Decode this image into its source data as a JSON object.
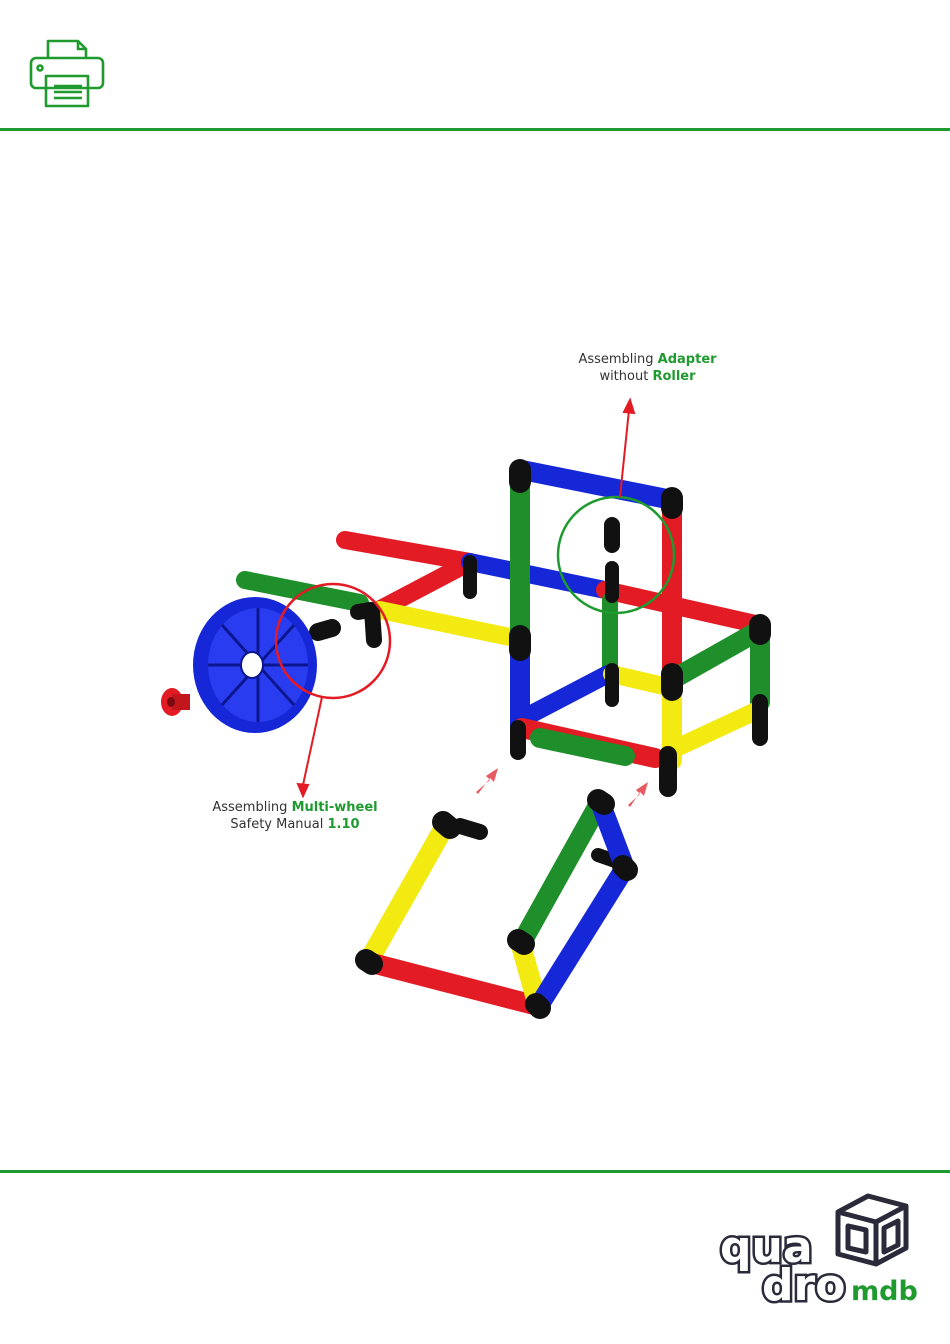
{
  "header": {
    "print_icon": "printer-icon"
  },
  "callouts": {
    "adapter": {
      "line1_prefix": "Assembling ",
      "line1_bold": "Adapter",
      "line2_prefix": "without ",
      "line2_bold": "Roller"
    },
    "multiwheel": {
      "line1_prefix": "Assembling ",
      "line1_bold": "Multi-wheel",
      "line2_prefix": "Safety Manual ",
      "line2_bold": "1.10"
    }
  },
  "footer": {
    "logo_top": "qua",
    "logo_bottom": "dro",
    "logo_suffix": "mdb"
  },
  "colors": {
    "brand_green": "#1f9a2f",
    "tube_red": "#e21b24",
    "tube_blue": "#1527d6",
    "tube_green": "#1e8f2a",
    "tube_yellow": "#f3ea12",
    "joint_black": "#111111"
  }
}
